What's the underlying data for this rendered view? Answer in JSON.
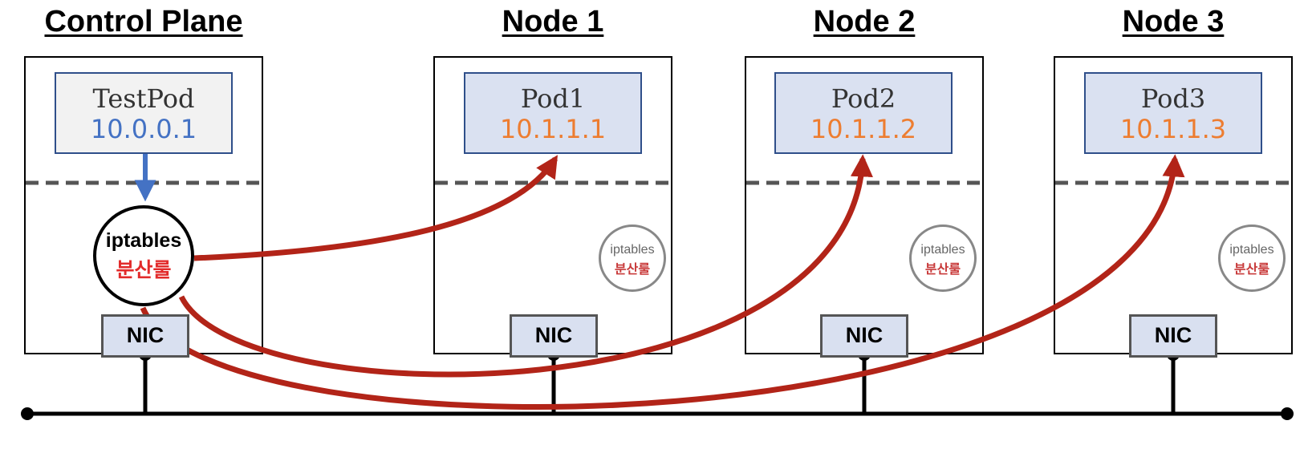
{
  "control_plane": {
    "title": "Control Plane",
    "pod": {
      "name": "TestPod",
      "ip": "10.0.0.1"
    },
    "iptables": {
      "line1": "iptables",
      "line2": "분산룰"
    },
    "nic": "NIC"
  },
  "nodes": [
    {
      "title": "Node 1",
      "pod": {
        "name": "Pod1",
        "ip": "10.1.1.1"
      },
      "iptables": {
        "line1": "iptables",
        "line2": "분산룰"
      },
      "nic": "NIC"
    },
    {
      "title": "Node 2",
      "pod": {
        "name": "Pod2",
        "ip": "10.1.1.2"
      },
      "iptables": {
        "line1": "iptables",
        "line2": "분산룰"
      },
      "nic": "NIC"
    },
    {
      "title": "Node 3",
      "pod": {
        "name": "Pod3",
        "ip": "10.1.1.3"
      },
      "iptables": {
        "line1": "iptables",
        "line2": "분산룰"
      },
      "nic": "NIC"
    }
  ],
  "colors": {
    "test_pod_ip": "#4472c4",
    "node_pod_ip": "#ed7d31",
    "test_pod_fill": "#f2f2f2",
    "node_pod_fill": "#dae1f1",
    "nic_fill": "#d9e0f0",
    "route_arrow": "#b22418",
    "local_arrow": "#4472c4",
    "rule_text": "#e22b2b"
  }
}
